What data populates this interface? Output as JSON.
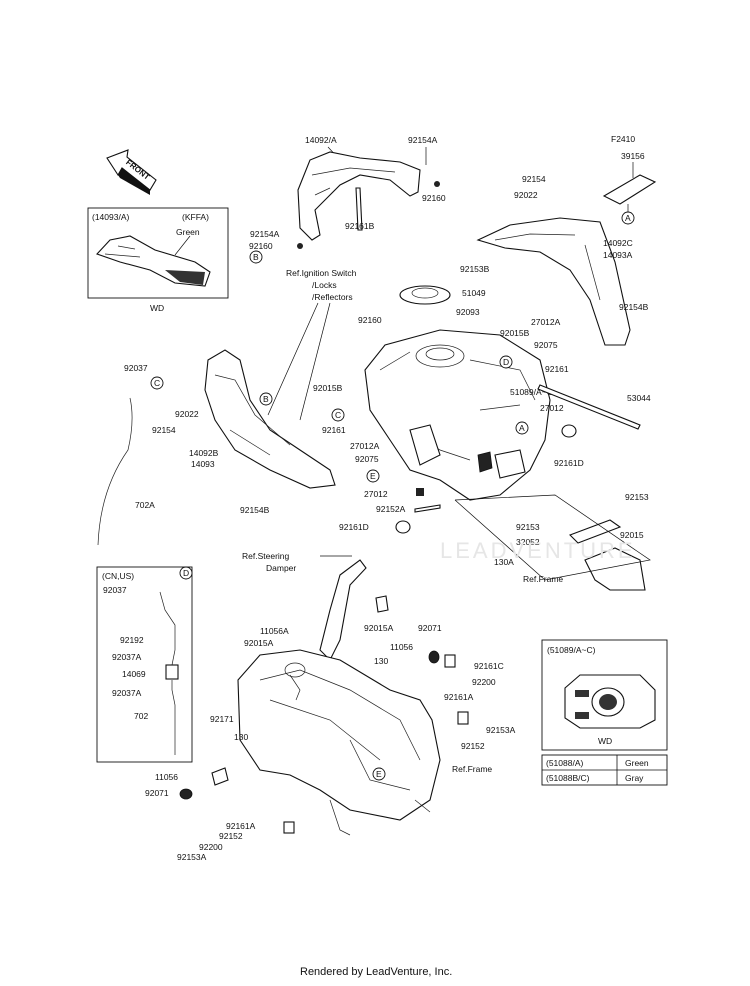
{
  "figure_id": "F2410",
  "footer": "Rendered by LeadVenture, Inc.",
  "watermark": "LEADVENTURE",
  "front_arrow_label": "FRONT",
  "inset_left": {
    "code": "(14093/A)",
    "market": "(KFFA)",
    "color": "Green",
    "suffix": "WD"
  },
  "inset_cn_us": {
    "market": "(CN,US)",
    "callout": "D",
    "labels": [
      "92037",
      "92192",
      "92037A",
      "14069",
      "92037A",
      "702"
    ]
  },
  "inset_right": {
    "code": "(51089/A~C)",
    "suffix": "WD",
    "table": [
      {
        "part": "(51088/A)",
        "color": "Green"
      },
      {
        "part": "(51088B/C)",
        "color": "Gray"
      }
    ]
  },
  "labels": {
    "l01": "14092/A",
    "l02": "92154A",
    "l03": "92160",
    "l04": "92154A",
    "l05": "92160",
    "l06": "92161B",
    "l07": "39156",
    "l08": "92022",
    "l09": "92154",
    "l10": "14092C",
    "l11": "14093A",
    "l12": "Ref.Ignition Switch",
    "l13": "/Locks",
    "l14": "/Reflectors",
    "l15": "92153B",
    "l16": "51049",
    "l17": "92093",
    "l18": "92160",
    "l19": "92015B",
    "l20": "27012A",
    "l21": "92154B",
    "l22": "92075",
    "l23": "92161",
    "l24": "51089/A~C",
    "l25": "27012",
    "l26": "53044",
    "l27": "92037",
    "l28": "92022",
    "l29": "92154",
    "l30": "92015B",
    "l31": "92161",
    "l32": "27012A",
    "l33": "92075",
    "l34": "14092B",
    "l35": "14093",
    "l36": "27012",
    "l37": "92161D",
    "l38": "92154B",
    "l39": "702A",
    "l40": "92152A",
    "l41": "92161D",
    "l42": "92153",
    "l43": "92153",
    "l44": "92015",
    "l45": "32052",
    "l46": "130A",
    "l47": "Ref.Frame",
    "l48": "Ref.Steering",
    "l49": "Damper",
    "l50": "11056A",
    "l51": "92015A",
    "l52": "92015A",
    "l53": "92071",
    "l54": "11056",
    "l55": "130",
    "l56": "92161C",
    "l57": "92200",
    "l58": "92161A",
    "l59": "92153A",
    "l60": "92152",
    "l61": "92171",
    "l62": "130",
    "l63": "11056",
    "l64": "92071",
    "l65": "Ref.Frame",
    "l66": "92161A",
    "l67": "92152",
    "l68": "92200",
    "l69": "92153A"
  },
  "callouts": {
    "c01": "B",
    "c02": "A",
    "c03": "C",
    "c04": "B",
    "c05": "D",
    "c06": "C",
    "c07": "E",
    "c08": "A",
    "c09": "E"
  }
}
